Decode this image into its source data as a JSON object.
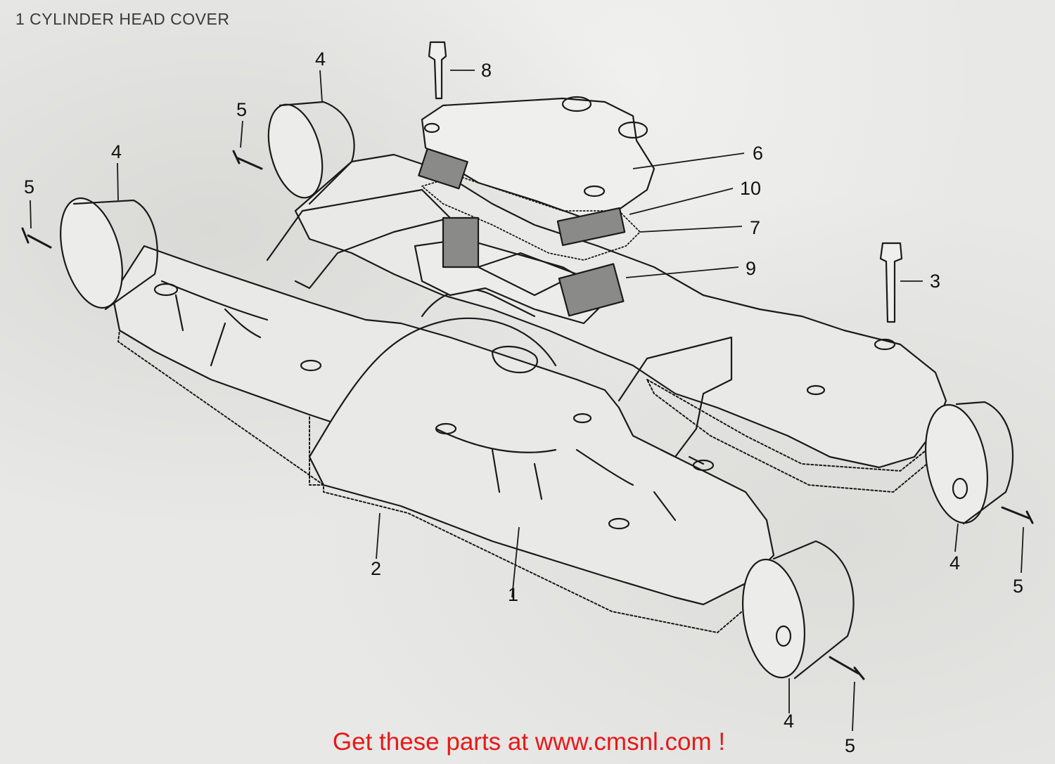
{
  "header": {
    "title": "1 CYLINDER HEAD COVER"
  },
  "callouts": {
    "p1": "1",
    "p2": "2",
    "p3": "3",
    "p4a": "4",
    "p4b": "4",
    "p4c": "4",
    "p4d": "4",
    "p5a": "5",
    "p5b": "5",
    "p5c": "5",
    "p5d": "5",
    "p6": "6",
    "p7": "7",
    "p8": "8",
    "p9": "9",
    "p10": "10"
  },
  "footer": {
    "promo_text": "Get these parts at www.cmsnl.com !"
  },
  "colors": {
    "line": "#1a1a1a",
    "promo": "#e81818",
    "paper": "#e8e8e6"
  }
}
